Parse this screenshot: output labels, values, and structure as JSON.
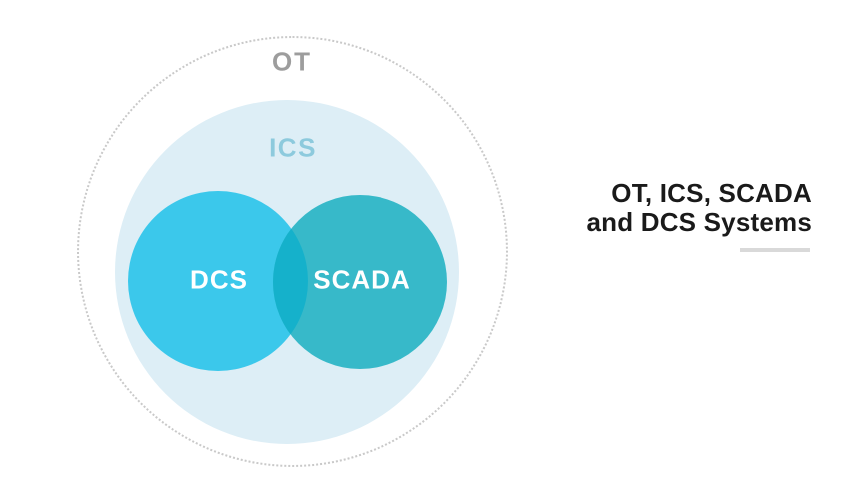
{
  "diagram": {
    "ot_label": "OT",
    "ics_label": "ICS",
    "dcs_label": "DCS",
    "scada_label": "SCADA",
    "colors": {
      "ot_text": "#9d9d9d",
      "outer_border": "#c9c9c9",
      "ics_bg": "#ddeef6",
      "ics_text": "#8dcadd",
      "dcs_fill": "#3bc8eb",
      "scada_fill": "#37b9c9",
      "overlap_fill": "#15b1cb",
      "inner_label_text": "#ffffff"
    }
  },
  "title": {
    "line1": "OT, ICS, SCADA",
    "line2": "and DCS Systems",
    "text_color": "#1a1a1a",
    "underline_color": "#d9d9d9"
  }
}
